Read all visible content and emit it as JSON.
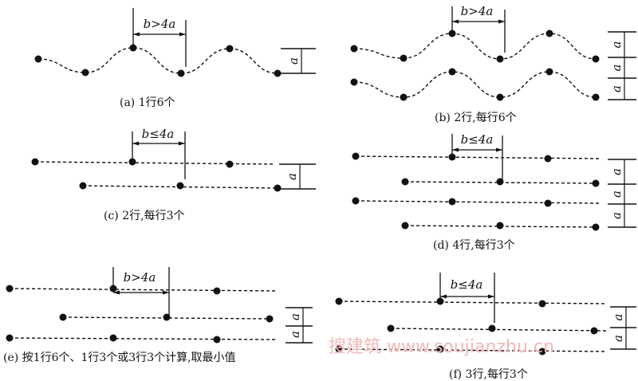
{
  "panels": [
    {
      "id": "a",
      "caption": "(a) 1行6个",
      "b_label": "b>4a",
      "a_label": "a"
    },
    {
      "id": "b",
      "caption": "(b) 2行,每行6个",
      "b_label": "b>4a",
      "a_label": "a"
    },
    {
      "id": "c",
      "caption": "(c) 2行,每行3个",
      "b_label": "b≤4a",
      "a_label": "a"
    },
    {
      "id": "d",
      "caption": "(d) 4行,每行3个",
      "b_label": "b≤4a",
      "a_label": "a"
    },
    {
      "id": "e",
      "caption": "(e) 按1行6个、1行3个或3行3个计算,取最小值",
      "b_label": "b>4a",
      "a_label": "a"
    },
    {
      "id": "f",
      "caption": "(f) 3行,每行3个",
      "b_label": "b≤4a",
      "a_label": "a"
    }
  ],
  "watermark": "搜建筑 www.soujianzhu.cn",
  "colors": {
    "ink": "#111111",
    "watermark": "#f2b8b8"
  }
}
